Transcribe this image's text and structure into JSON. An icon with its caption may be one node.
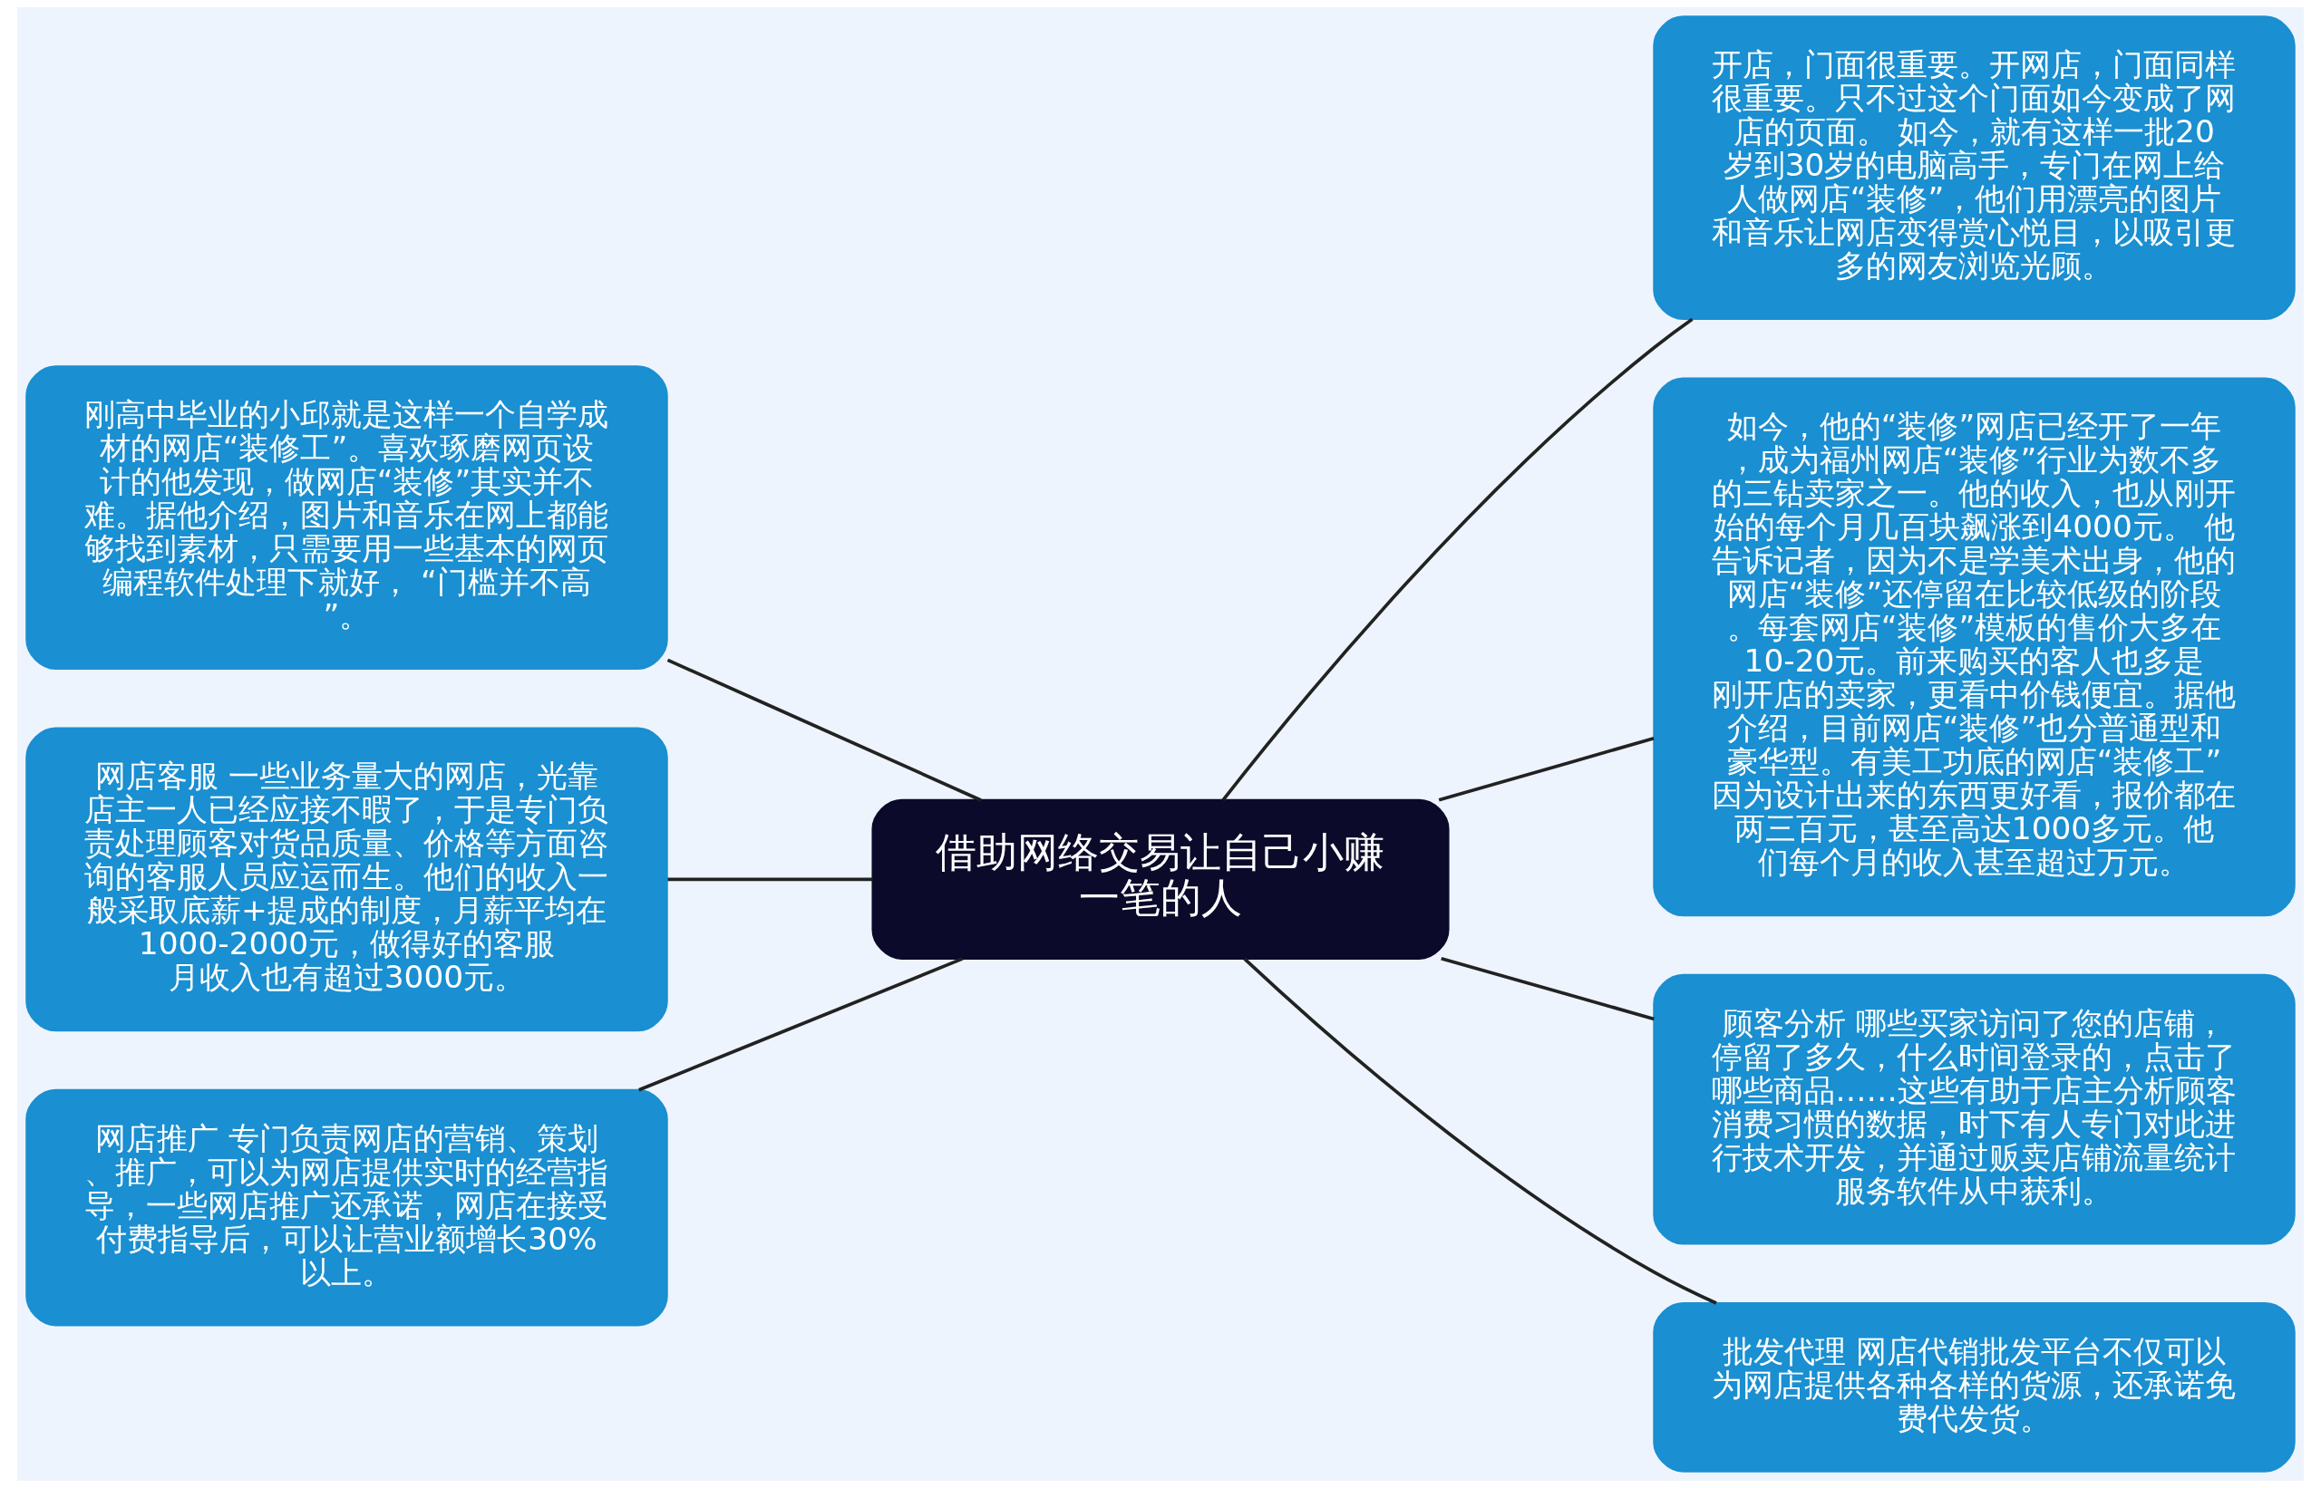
{
  "diagram": {
    "nodes": [
      {
        "text": [
          "借助网络交易让自己小赚一笔的人"
        ]
      },
      {
        "text": [
          "开店，门面很重要。开网店，门面同样很重要。只不过这个门面如今变成了网店的页面。 如今，就有这样一批20岁到30岁的电脑高手，专门在网上给人做网店“装修”，他们用漂亮的图片和音乐让网店变得赏心悦目，以吸引更多的网友浏览光顾。"
        ]
      },
      {
        "text": [
          "刚高中毕业的小邱就是这样一个自学成材的网店“装修工”。喜欢琢磨网页设计的他发现，做网店“装修”其实并不难。据他介绍，图片和音乐在网上都能够找到素材，只需要用一些基本的网页编程软件处理下就好， “门槛并不高”。"
        ]
      },
      {
        "text": [
          "如今，他的“装修”网店已经开了一年，成为福州网店“装修”行业为数不多的三钻卖家之一。他的收入，也从刚开始的每个月几百块飙涨到4000元。 他告诉记者，因为不是学美术出身，他的网店“装修”还停留在比较低级的阶段。每套网店“装修”模板的售价大多在10-20元。前来购买的客人也多是刚开店的卖家，更看中价钱便宜。据他介绍，目前网店“装修”也分普通型和豪华型。有美工功底的网店“装修工”因为设计出来的东西更好看，报价都在两三百元，甚至高达1000多元。他们每个月的收入甚至超过万元。"
        ]
      },
      {
        "text": [
          "网店客服 一些业务量大的网店，光靠店主一人已经应接不暇了，于是专门负责处理顾客对货品质量、价格等方面咨询的客服人员应运而生。他们的收入一般采取底薪+提成的制度，月薪平均在1000-2000元，做得好的客服月收入也有超过3000元。"
        ]
      },
      {
        "text": [
          "网店推广 专门负责网店的营销、策划、推广，可以为网店提供实时的经营指导，一些网店推广还承诺，网店在接受付费指导后，可以让营业额增长30%以上。"
        ]
      },
      {
        "text": [
          "顾客分析 哪些买家访问了您的店铺，停留了多久，什么时间登录的，点击了哪些商品……这些有助于店主分析顾客消费习惯的数据，时下有人专门对此进行技术开发，并通过贩卖店铺流量统计服务软件从中获利。"
        ]
      },
      {
        "text": [
          "批发代理 网店代销批发平台不仅可以为网店提供各种各样的货源，还承诺免费代发货。"
        ]
      }
    ],
    "edges": [
      {
        "from": 0,
        "to": 1,
        "arrow": "none"
      },
      {
        "from": 0,
        "to": 2,
        "arrow": "none"
      },
      {
        "from": 0,
        "to": 3,
        "arrow": "none"
      },
      {
        "from": 0,
        "to": 4,
        "arrow": "none"
      },
      {
        "from": 0,
        "to": 5,
        "arrow": "none"
      },
      {
        "from": 0,
        "to": 6,
        "arrow": "none"
      },
      {
        "from": 0,
        "to": 7,
        "arrow": "none"
      }
    ]
  }
}
